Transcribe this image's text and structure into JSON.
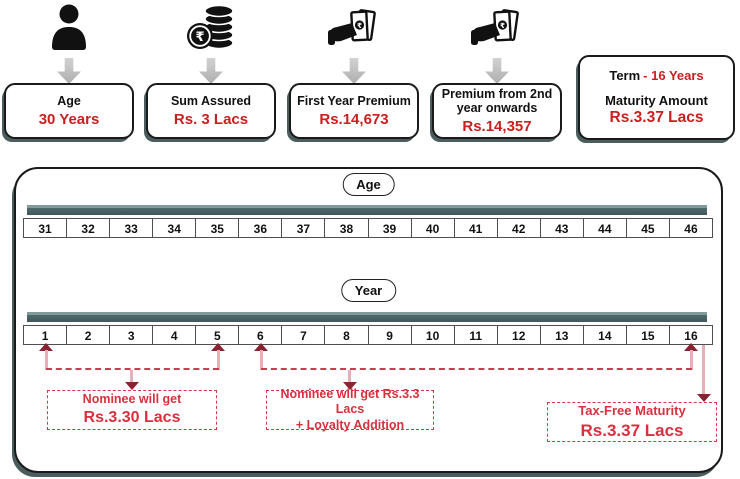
{
  "cards": [
    {
      "icon": "person-icon",
      "title": "Age",
      "value": "30 Years"
    },
    {
      "icon": "rupee-coin-stack-icon",
      "title": "Sum Assured",
      "value": "Rs. 3 Lacs"
    },
    {
      "icon": "hand-banknote-icon",
      "title": "First Year Premium",
      "value": "Rs.14,673"
    },
    {
      "icon": "hand-banknote-icon",
      "title": "Premium from 2nd year onwards",
      "value": "Rs.14,357"
    }
  ],
  "term_card": {
    "term_label": "Term",
    "term_value": "- 16 Years",
    "maturity_label": "Maturity Amount",
    "maturity_value": "Rs.3.37 Lacs"
  },
  "timeline": {
    "age_label": "Age",
    "ages": [
      "31",
      "32",
      "33",
      "34",
      "35",
      "36",
      "37",
      "38",
      "39",
      "40",
      "41",
      "42",
      "43",
      "44",
      "45",
      "46"
    ],
    "year_label": "Year",
    "years": [
      "1",
      "2",
      "3",
      "4",
      "5",
      "6",
      "7",
      "8",
      "9",
      "10",
      "11",
      "12",
      "13",
      "14",
      "15",
      "16"
    ]
  },
  "annotations": {
    "nominee_years_1_5": {
      "line1": "Nominee will get",
      "line2": "Rs.3.30 Lacs"
    },
    "nominee_years_6_16": {
      "line1": "Nominee will get Rs.3.3 Lacs",
      "line2": "+ Loyalty Addition"
    },
    "tax_free_maturity": {
      "line1": "Tax-Free Maturity",
      "line2": "Rs.3.37 Lacs"
    }
  },
  "colors": {
    "value_red": "#c9201f",
    "annotation_red": "#d8303e",
    "arrowhead_maroon": "#8a2433",
    "arrow_stem_pink": "#e7afb8",
    "dashed_line_red": "#c2434f",
    "bar_teal": "#4e6a6a",
    "shadow_slate": "#4b5d5d"
  }
}
